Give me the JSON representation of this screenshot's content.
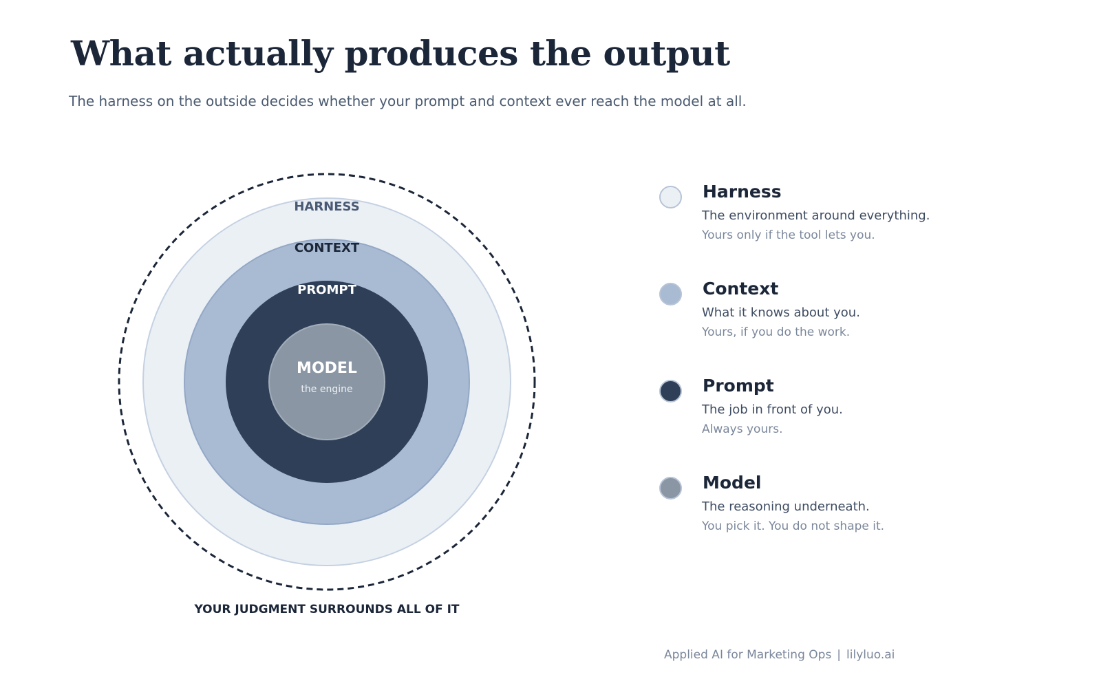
{
  "header": {
    "title": "What actually produces the output",
    "subtitle": "The harness on the outside decides whether your prompt and context ever reach the model at all."
  },
  "diagram": {
    "rings": [
      {
        "key": "harness",
        "label": "HARNESS",
        "fill": "#ebf0f5",
        "stroke": "#c5d1e2",
        "label_color": "#4a5a75"
      },
      {
        "key": "context",
        "label": "CONTEXT",
        "fill": "#a9bbd3",
        "stroke": "#93a8c6",
        "label_color": "#1b2638"
      },
      {
        "key": "prompt",
        "label": "PROMPT",
        "fill": "#2e3f57",
        "stroke": "#2e3f57",
        "label_color": "#ffffff"
      },
      {
        "key": "model",
        "label": "MODEL",
        "sublabel": "the engine",
        "fill": "#8a96a4",
        "stroke": "#a3adba",
        "label_color": "#ffffff"
      }
    ],
    "outer_border": {
      "style": "dashed",
      "color": "#1b2638"
    },
    "caption": "YOUR JUDGMENT SURROUNDS ALL OF IT"
  },
  "legend": {
    "items": [
      {
        "name": "Harness",
        "description": "The environment around everything.",
        "note": "Yours only if the tool lets you.",
        "color": "#ebf0f5"
      },
      {
        "name": "Context",
        "description": "What it knows about you.",
        "note": "Yours, if you do the work.",
        "color": "#a9bbd3"
      },
      {
        "name": "Prompt",
        "description": "The job in front of you.",
        "note": "Always yours.",
        "color": "#2e3f57"
      },
      {
        "name": "Model",
        "description": "The reasoning underneath.",
        "note": "You pick it. You do not shape it.",
        "color": "#8a96a4"
      }
    ]
  },
  "footer": {
    "left": "Applied AI for Marketing Ops",
    "separator": "|",
    "right": "lilyluo.ai"
  }
}
